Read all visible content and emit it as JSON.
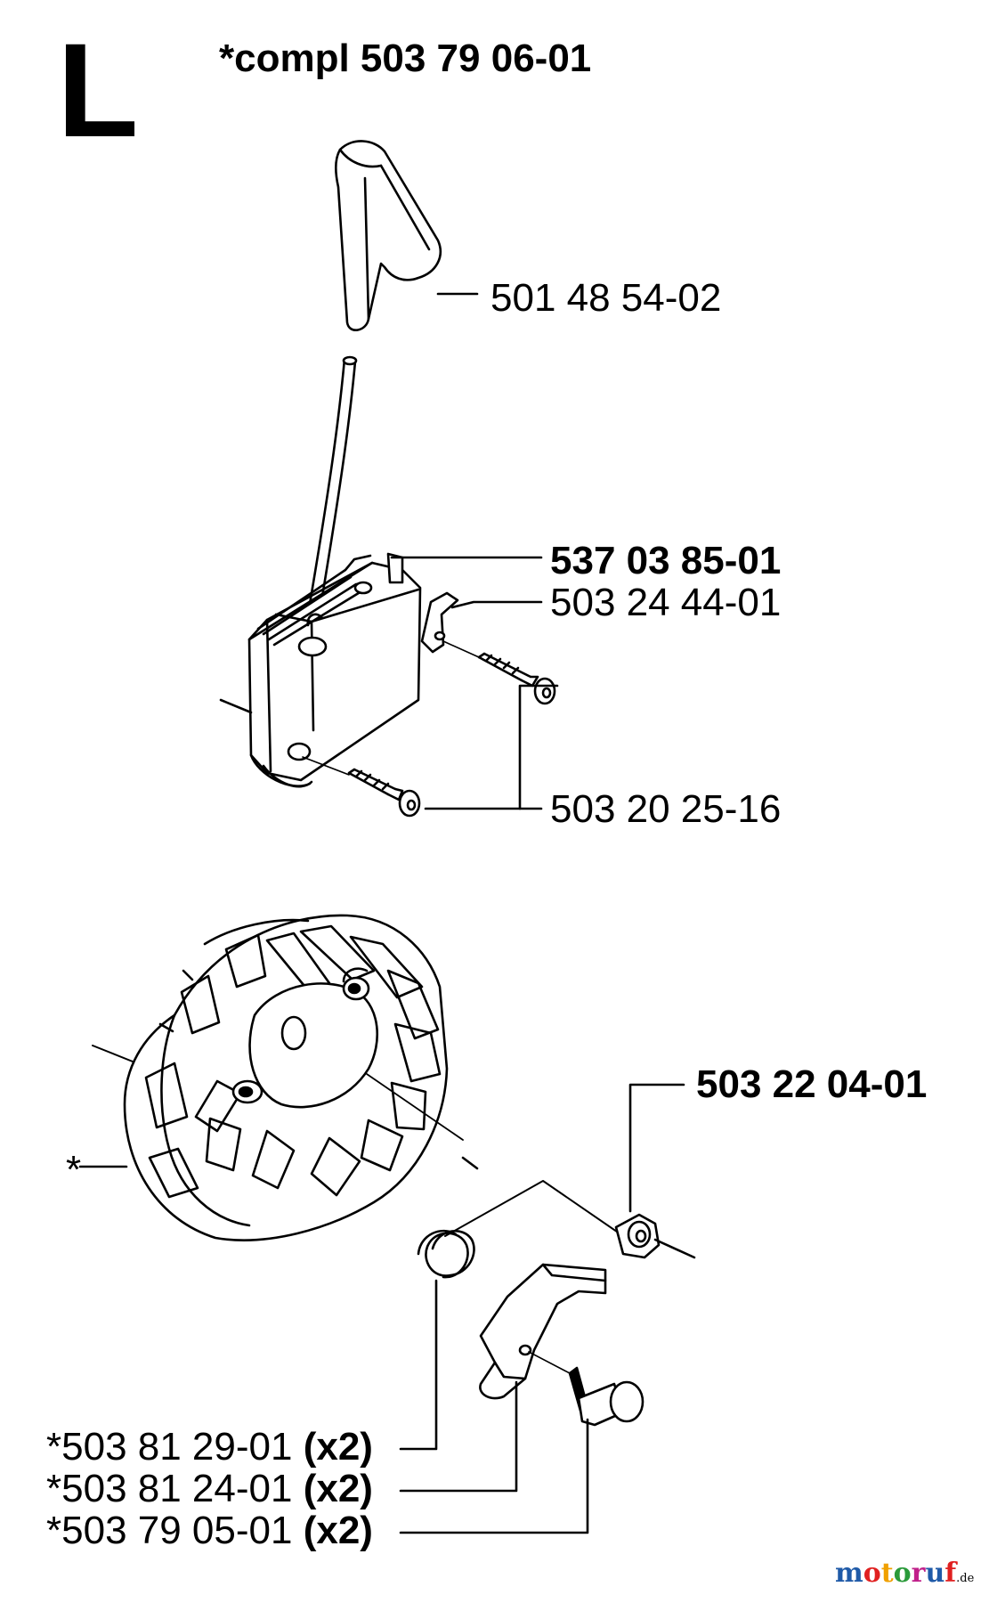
{
  "page": {
    "section_letter": "L",
    "assembly_number": "*compl 503 79 06-01",
    "asterisk_marker": "*"
  },
  "parts": [
    {
      "number": "501 48 54-02",
      "bold": false
    },
    {
      "number": "537 03 85-01",
      "bold": true
    },
    {
      "number": "503 24 44-01",
      "bold": false
    },
    {
      "number": "503 20 25-16",
      "bold": false
    },
    {
      "number": "503 22 04-01",
      "bold": true
    },
    {
      "number": "*503 81 29-01",
      "qty": "(x2)"
    },
    {
      "number": "*503 81 24-01",
      "qty": "(x2)"
    },
    {
      "number": "*503 79 05-01",
      "qty": "(x2)"
    }
  ],
  "icons": [
    "spark-plug-cap-icon",
    "ignition-module-icon",
    "screw-icon",
    "flywheel-icon",
    "nut-icon",
    "spring-icon",
    "pawl-icon",
    "pin-icon"
  ],
  "watermark": {
    "brand": "motoruf",
    "domain": ".de",
    "colors": [
      "#1f5aa8",
      "#e02020",
      "#f0a000",
      "#2a9a3a",
      "#c0208a"
    ]
  }
}
